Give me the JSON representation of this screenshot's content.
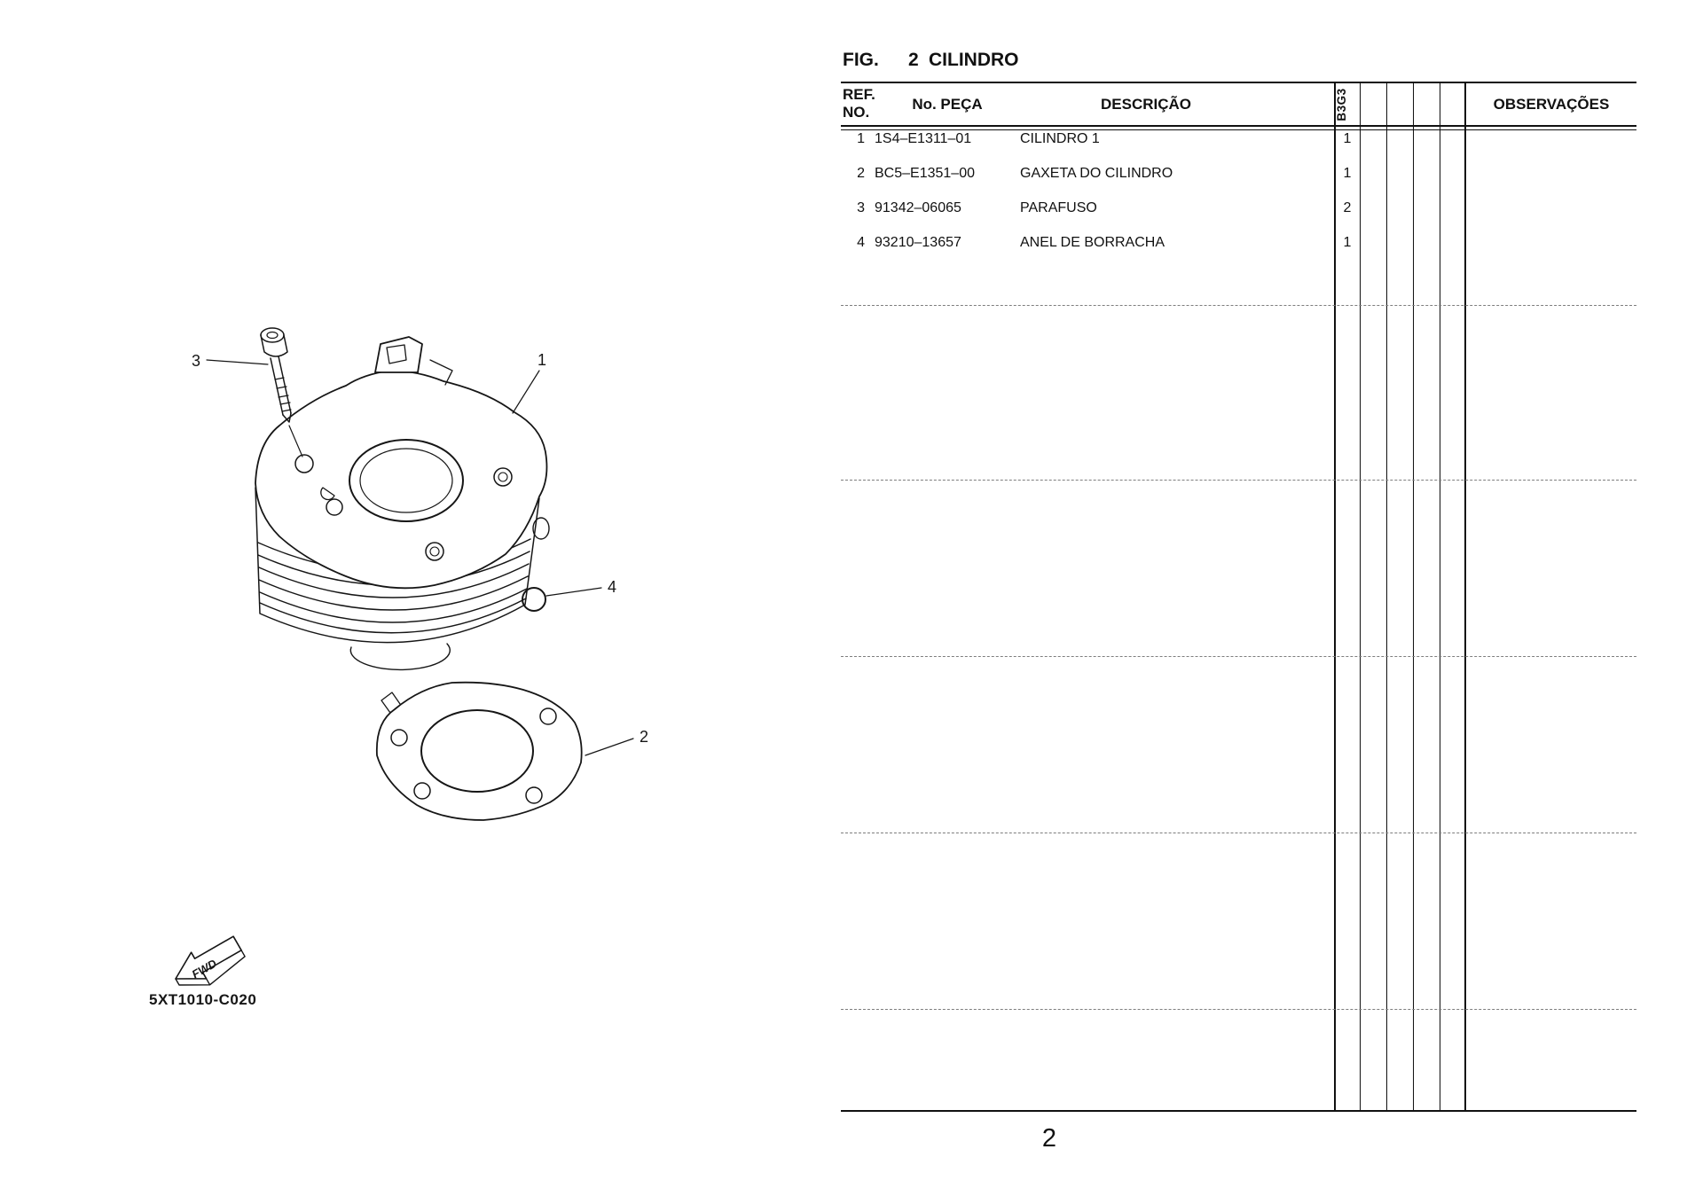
{
  "figure": {
    "label": "FIG.",
    "number": "2",
    "name": "CILINDRO"
  },
  "table": {
    "headers": {
      "ref_line1": "REF.",
      "ref_line2": "NO.",
      "part_no": "No. PEÇA",
      "description": "DESCRIÇÃO",
      "model_code": "B3G3",
      "observations": "OBSERVAÇÕES"
    },
    "rows": [
      {
        "ref": "1",
        "part_no": "1S4–E1311–01",
        "description": "CILINDRO 1",
        "qty": "1",
        "observation": ""
      },
      {
        "ref": "2",
        "part_no": "BC5–E1351–00",
        "description": "GAXETA DO CILINDRO",
        "qty": "1",
        "observation": ""
      },
      {
        "ref": "3",
        "part_no": "91342–06065",
        "description": "PARAFUSO",
        "qty": "2",
        "observation": ""
      },
      {
        "ref": "4",
        "part_no": "93210–13657",
        "description": "ANEL DE BORRACHA",
        "qty": "1",
        "observation": ""
      }
    ]
  },
  "diagram": {
    "callouts": {
      "c1": "1",
      "c2": "2",
      "c3": "3",
      "c4": "4"
    },
    "fwd_label": "FWD",
    "drawing_code": "5XT1010-C020"
  },
  "page_number": "2"
}
